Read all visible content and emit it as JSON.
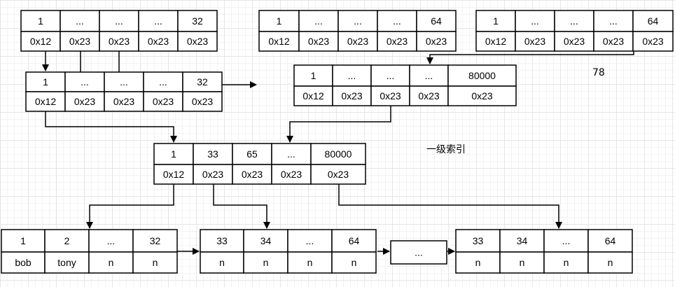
{
  "colors": {
    "line": "#000000",
    "fill": "#ffffff",
    "grid": "#e6e6e6"
  },
  "labels": {
    "a": "78",
    "b": "一级索引"
  },
  "nodes": [
    {
      "id": "node-top-left",
      "rows": [
        [
          "1",
          "...",
          "...",
          "...",
          "32"
        ],
        [
          "0x12",
          "0x23",
          "0x23",
          "0x23",
          "0x23"
        ]
      ]
    },
    {
      "id": "node-top-middle",
      "rows": [
        [
          "1",
          "...",
          "...",
          "...",
          "64"
        ],
        [
          "0x12",
          "0x23",
          "0x23",
          "0x23",
          "0x23"
        ]
      ]
    },
    {
      "id": "node-top-right",
      "rows": [
        [
          "1",
          "...",
          "...",
          "...",
          "64"
        ],
        [
          "0x12",
          "0x23",
          "0x23",
          "0x23",
          "0x23"
        ]
      ]
    },
    {
      "id": "node-second-left",
      "rows": [
        [
          "1",
          "...",
          "...",
          "...",
          "32"
        ],
        [
          "0x12",
          "0x23",
          "0x23",
          "0x23",
          "0x23"
        ]
      ]
    },
    {
      "id": "node-second-right",
      "rows": [
        [
          "1",
          "...",
          "...",
          "...",
          "80000"
        ],
        [
          "0x12",
          "0x23",
          "0x23",
          "0x23",
          "0x23"
        ]
      ]
    },
    {
      "id": "node-root",
      "rows": [
        [
          "1",
          "33",
          "65",
          "...",
          "80000"
        ],
        [
          "0x12",
          "0x23",
          "0x23",
          "0x23",
          "0x23"
        ]
      ]
    },
    {
      "id": "node-leaf-1",
      "rows": [
        [
          "1",
          "2",
          "...",
          "32"
        ],
        [
          "bob",
          "tony",
          "n",
          "n"
        ]
      ]
    },
    {
      "id": "node-leaf-2",
      "rows": [
        [
          "33",
          "34",
          "...",
          "64"
        ],
        [
          "n",
          "n",
          "n",
          "n"
        ]
      ]
    },
    {
      "id": "node-leaf-ellipsis",
      "rows": [
        [
          "..."
        ]
      ]
    },
    {
      "id": "node-leaf-3",
      "rows": [
        [
          "33",
          "34",
          "...",
          "64"
        ],
        [
          "n",
          "n",
          "n",
          "n"
        ]
      ]
    }
  ]
}
